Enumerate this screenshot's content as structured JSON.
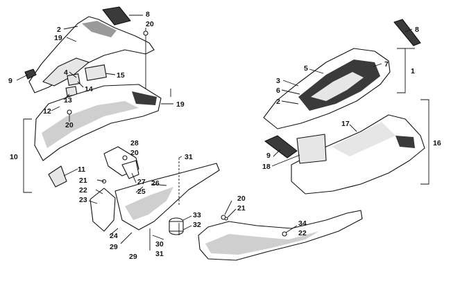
{
  "diagram": {
    "type": "exploded-parts-diagram",
    "callouts": [
      "1",
      "2",
      "3",
      "4",
      "5",
      "6",
      "7",
      "8",
      "9",
      "10",
      "11",
      "12",
      "13",
      "14",
      "15",
      "16",
      "17",
      "18",
      "19",
      "20",
      "21",
      "22",
      "23",
      "24",
      "25",
      "26",
      "27",
      "28",
      "29",
      "30",
      "31",
      "32",
      "33",
      "34"
    ],
    "labels": [
      {
        "id": "c2a",
        "text": "2"
      },
      {
        "id": "c19a",
        "text": "19"
      },
      {
        "id": "c8a",
        "text": "8"
      },
      {
        "id": "c20a",
        "text": "20"
      },
      {
        "id": "c9a",
        "text": "9"
      },
      {
        "id": "c4",
        "text": "4"
      },
      {
        "id": "c15",
        "text": "15"
      },
      {
        "id": "c14",
        "text": "14"
      },
      {
        "id": "c13",
        "text": "13"
      },
      {
        "id": "c12",
        "text": "12"
      },
      {
        "id": "c20b",
        "text": "20"
      },
      {
        "id": "c19b",
        "text": "19"
      },
      {
        "id": "c10",
        "text": "10"
      },
      {
        "id": "c11",
        "text": "11"
      },
      {
        "id": "c28",
        "text": "28"
      },
      {
        "id": "c20c",
        "text": "20"
      },
      {
        "id": "c31a",
        "text": "31"
      },
      {
        "id": "c21a",
        "text": "21"
      },
      {
        "id": "c22a",
        "text": "22"
      },
      {
        "id": "c23",
        "text": "23"
      },
      {
        "id": "c27",
        "text": "27"
      },
      {
        "id": "c25",
        "text": "25"
      },
      {
        "id": "c26",
        "text": "26"
      },
      {
        "id": "c24",
        "text": "24"
      },
      {
        "id": "c29a",
        "text": "29"
      },
      {
        "id": "c30",
        "text": "30"
      },
      {
        "id": "c29b",
        "text": "29"
      },
      {
        "id": "c31b",
        "text": "31"
      },
      {
        "id": "c33",
        "text": "33"
      },
      {
        "id": "c32",
        "text": "32"
      },
      {
        "id": "c20d",
        "text": "20"
      },
      {
        "id": "c21b",
        "text": "21"
      },
      {
        "id": "c34",
        "text": "34"
      },
      {
        "id": "c22b",
        "text": "22"
      },
      {
        "id": "c8b",
        "text": "8"
      },
      {
        "id": "c5",
        "text": "5"
      },
      {
        "id": "c7",
        "text": "7"
      },
      {
        "id": "c1",
        "text": "1"
      },
      {
        "id": "c3",
        "text": "3"
      },
      {
        "id": "c6",
        "text": "6"
      },
      {
        "id": "c2b",
        "text": "2"
      },
      {
        "id": "c17",
        "text": "17"
      },
      {
        "id": "c16",
        "text": "16"
      },
      {
        "id": "c9b",
        "text": "9"
      },
      {
        "id": "c18",
        "text": "18"
      }
    ]
  }
}
